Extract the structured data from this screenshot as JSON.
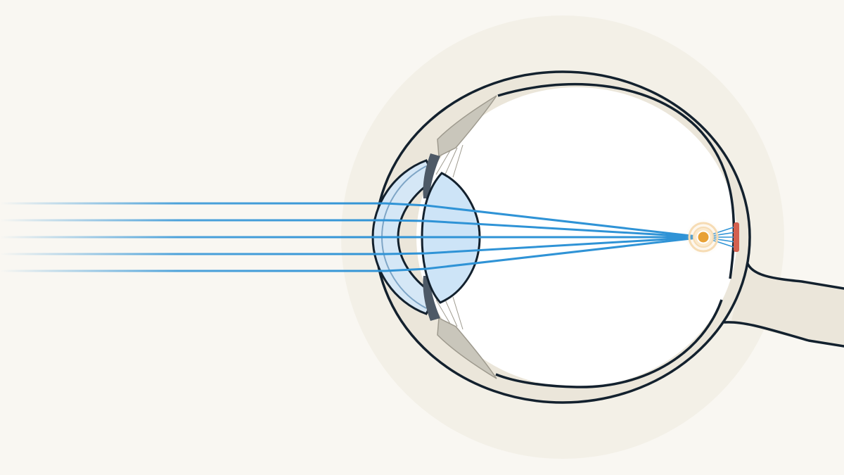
{
  "diagram": {
    "subject": "eye-cross-section",
    "rays": {
      "count": 5,
      "condition": "myopia",
      "focus": "in-front-of-retina"
    },
    "colors": {
      "background": "#f9f7f2",
      "halo": "#f3f0e7",
      "sclera": "#ebe6da",
      "outline": "#13212e",
      "vitreous": "#ffffff",
      "cornea": "#d5e7f6",
      "lens": "#cde4f7",
      "ray": "#2f93d6",
      "iris": "#4d5966",
      "ciliary_body": "#c9c6bb",
      "focal_point": "#e8a136",
      "focal_glow": "#f6dcb4",
      "fovea_mark": "#d4604f"
    }
  }
}
